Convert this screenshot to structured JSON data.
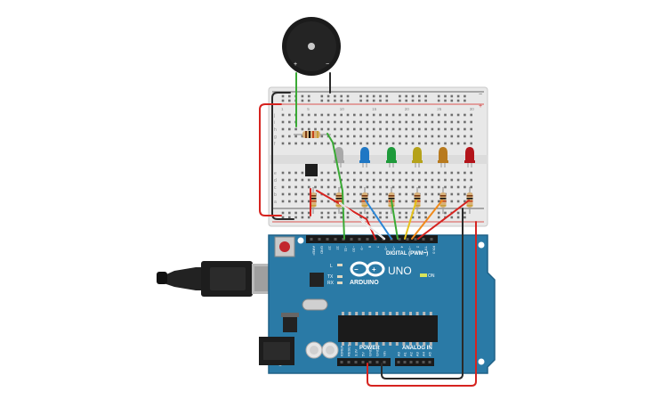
{
  "buzzer": {
    "plus_label": "+",
    "minus_label": "−"
  },
  "breadboard": {
    "rail_plus": "+",
    "rail_minus": "−",
    "row_letters_top": [
      "j",
      "i",
      "h",
      "g",
      "f"
    ],
    "row_letters_bottom": [
      "e",
      "d",
      "c",
      "b",
      "a"
    ],
    "column_numbers_visible": [
      "1",
      "5",
      "10",
      "15",
      "20",
      "25",
      "30"
    ]
  },
  "leds": [
    {
      "color_name": "white",
      "color": "#a8a8a8"
    },
    {
      "color_name": "blue",
      "color": "#1f77c4"
    },
    {
      "color_name": "green",
      "color": "#1e9a3a"
    },
    {
      "color_name": "yellow",
      "color": "#b5a21a"
    },
    {
      "color_name": "orange",
      "color": "#b87a1e"
    },
    {
      "color_name": "red",
      "color": "#b3141a"
    }
  ],
  "arduino": {
    "brand": "ARDUINO",
    "model": "UNO",
    "digital_header": "DIGITAL (PWM~)",
    "power_header": "POWER",
    "analog_header": "ANALOG IN",
    "on_label": "ON",
    "tx_label": "TX",
    "rx_label": "RX",
    "l_label": "L",
    "digital_pins": [
      "AREF",
      "GND",
      "13",
      "12",
      "~11",
      "~10",
      "~9",
      "8",
      "7",
      "~6",
      "~5",
      "4",
      "~3",
      "2",
      "TX 1",
      "RX 0"
    ],
    "power_pins": [
      "IOREF",
      "RESET",
      "3.3V",
      "5V",
      "GND",
      "GND",
      "Vin"
    ],
    "analog_pins": [
      "A0",
      "A1",
      "A2",
      "A3",
      "A4",
      "A5"
    ]
  },
  "colors": {
    "board_blue": "#2a7aa6",
    "board_edge": "#1f6187",
    "breadboard": "#e8e8e8",
    "wire_red": "#d6231f",
    "wire_black": "#2a2a2a",
    "wire_green": "#3aaa35",
    "wire_blue": "#2a86d6",
    "wire_orange": "#f08a1c",
    "wire_yellow": "#e6c21a",
    "wire_white": "#f4f4f4"
  }
}
